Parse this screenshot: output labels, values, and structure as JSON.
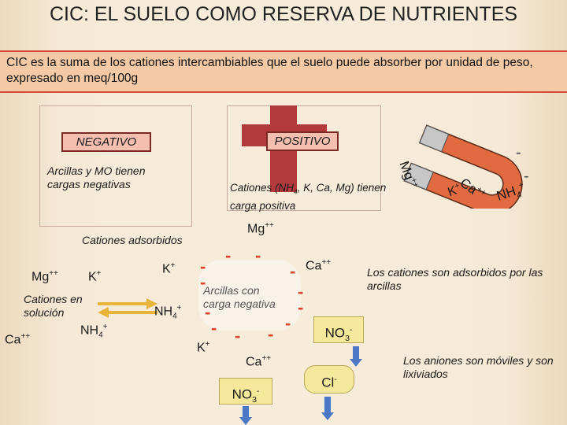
{
  "title": "CIC: EL SUELO COMO RESERVA DE NUTRIENTES",
  "definition": "CIC es la suma de los cationes intercambiables que el suelo puede absorber por unidad de peso, expresado en meq/100g",
  "negative_label": "NEGATIVO",
  "negative_text": "Arcillas y MO tienen cargas negativas",
  "positive_label": "POSITIVO",
  "positive_text_pre": "Cationes (NH",
  "positive_text_sub": "4",
  "positive_text_post": ", K, Ca, Mg) tienen carga positiva",
  "magnet": {
    "mg": "Mg",
    "mg_charge": "++",
    "ca": "Ca",
    "ca_charge": "++",
    "k": "K",
    "k_charge": "+",
    "nh": "NH",
    "nh_sub": "4",
    "nh_charge": "+"
  },
  "ions": {
    "mg_top": "Mg",
    "mg_top_charge": "++",
    "cationes_adsorbidos": "Cationes adsorbidos",
    "mg_left": "Mg",
    "mg_left_charge": "++",
    "k_left": "K",
    "k_left_charge": "+",
    "cationes_solucion": "Cationes en solución",
    "ca_left": "Ca",
    "ca_left_charge": "++",
    "nh4_left": "NH",
    "nh4_left_sub": "4",
    "nh4_left_charge": "+",
    "k_mid": "K",
    "k_mid_charge": "+",
    "nh4_mid": "NH",
    "nh4_mid_sub": "4",
    "nh4_mid_charge": "+",
    "k_bottom": "K",
    "k_bottom_charge": "+",
    "ca_right": "Ca",
    "ca_right_charge": "++",
    "ca_bottom": "Ca",
    "ca_bottom_charge": "++",
    "clay_text": "Arcillas con carga negativa",
    "minus_sign": "-"
  },
  "right_texts": {
    "adsorbed_note": "Los cationes son adsorbidos por las arcillas",
    "anions_note": "Los aniones son móviles y son lixiviados"
  },
  "anions": {
    "no3_top": "NO",
    "no3_top_sub": "3",
    "no3_top_charge": "-",
    "no3_bottom": "NO",
    "no3_bottom_sub": "3",
    "no3_bottom_charge": "-",
    "cl": "Cl",
    "cl_charge": "-"
  },
  "colors": {
    "accent_red": "#d64a3a",
    "label_fill": "#f5bfb0",
    "cross": "#b2393c",
    "anion_box": "#f6e89a",
    "arrow_blue": "#4a78c4",
    "arrow_gold": "#e8b43a",
    "clay_fill": "#f8f2e8"
  },
  "icons": [
    "magnet-icon",
    "exchange-arrows-icon",
    "down-arrow-icon"
  ]
}
